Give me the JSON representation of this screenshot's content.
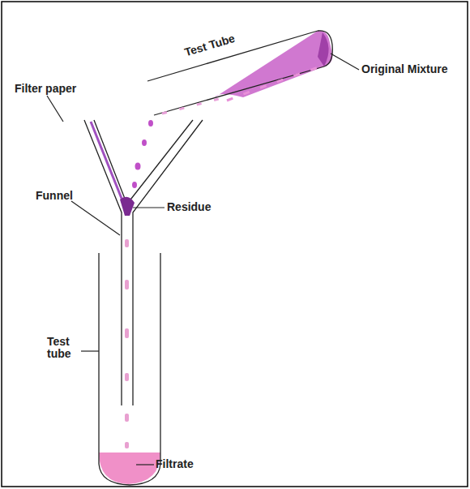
{
  "diagram": {
    "labels": [
      "Test Tube",
      "Filter paper",
      "Original Mixture",
      "Funnel",
      "Residue",
      "Test tube",
      "Filtrate"
    ]
  }
}
